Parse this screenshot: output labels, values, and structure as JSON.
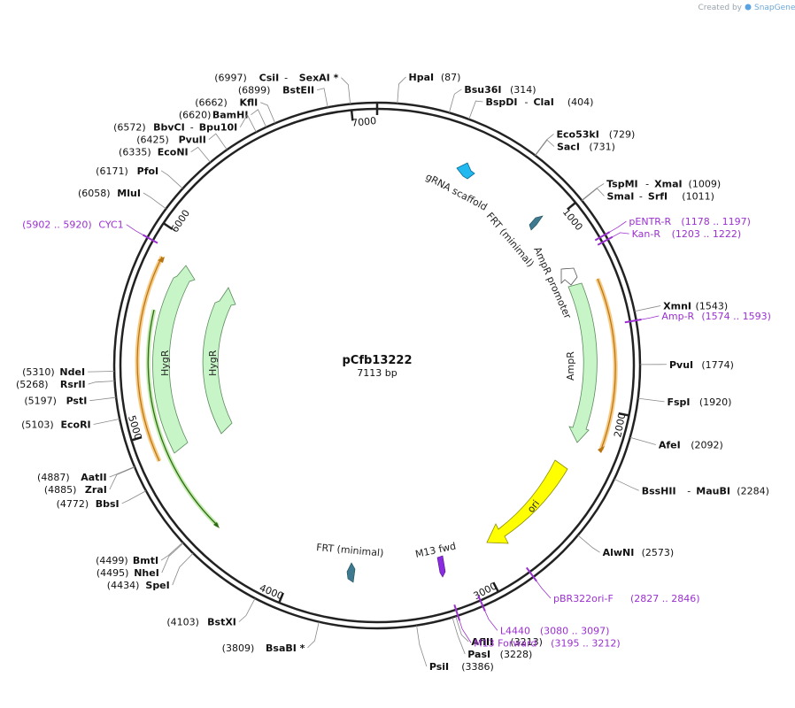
{
  "map": {
    "name": "pCfb13222",
    "length_text": "7113 bp",
    "total_bp": 7113,
    "created_by": "Created by",
    "brand": "SnapGene"
  },
  "ticks": [
    {
      "bp": 1000,
      "label": "1000"
    },
    {
      "bp": 2000,
      "label": "2000"
    },
    {
      "bp": 3000,
      "label": "3000"
    },
    {
      "bp": 4000,
      "label": "4000"
    },
    {
      "bp": 5000,
      "label": "5000"
    },
    {
      "bp": 6000,
      "label": "6000"
    },
    {
      "bp": 7000,
      "label": "7000"
    }
  ],
  "sites": [
    {
      "bp": 87,
      "name": "HpaI",
      "pos": "(87)",
      "side": "R"
    },
    {
      "bp": 314,
      "name": "Bsu36I",
      "pos": "(314)",
      "side": "R"
    },
    {
      "bp": 404,
      "name": "BspDI",
      "name2": "ClaI",
      "pos": "(404)",
      "side": "R"
    },
    {
      "bp": 729,
      "name": "Eco53kI",
      "pos": "(729)",
      "side": "R"
    },
    {
      "bp": 731,
      "name": "SacI",
      "pos": "(731)",
      "side": "R"
    },
    {
      "bp": 1009,
      "name": "TspMI",
      "name2": "XmaI",
      "pos": "(1009)",
      "side": "R"
    },
    {
      "bp": 1011,
      "name": "SmaI",
      "name2": "SrfI",
      "pos": "(1011)",
      "side": "R"
    },
    {
      "bp": 1543,
      "name": "XmnI",
      "pos": "(1543)",
      "side": "R"
    },
    {
      "bp": 1774,
      "name": "PvuI",
      "pos": "(1774)",
      "side": "R"
    },
    {
      "bp": 1920,
      "name": "FspI",
      "pos": "(1920)",
      "side": "R"
    },
    {
      "bp": 2092,
      "name": "AfeI",
      "pos": "(2092)",
      "side": "R"
    },
    {
      "bp": 2284,
      "name": "BssHII",
      "name2": "MauBI",
      "pos": "(2284)",
      "side": "R"
    },
    {
      "bp": 2573,
      "name": "AlwNI",
      "pos": "(2573)",
      "side": "R"
    },
    {
      "bp": 3213,
      "name": "AflII",
      "pos": "(3213)",
      "side": "R"
    },
    {
      "bp": 3228,
      "name": "PasI",
      "pos": "(3228)",
      "side": "R"
    },
    {
      "bp": 3386,
      "name": "PsiI",
      "pos": "(3386)",
      "side": "R"
    },
    {
      "bp": 3809,
      "name": "BsaBI *",
      "pos": "(3809)",
      "side": "L"
    },
    {
      "bp": 4103,
      "name": "BstXI",
      "pos": "(4103)",
      "side": "L"
    },
    {
      "bp": 4434,
      "name": "SpeI",
      "pos": "(4434)",
      "side": "L"
    },
    {
      "bp": 4495,
      "name": "NheI",
      "pos": "(4495)",
      "side": "L"
    },
    {
      "bp": 4499,
      "name": "BmtI",
      "pos": "(4499)",
      "side": "L"
    },
    {
      "bp": 4772,
      "name": "BbsI",
      "pos": "(4772)",
      "side": "L"
    },
    {
      "bp": 4885,
      "name": "ZraI",
      "pos": "(4885)",
      "side": "L"
    },
    {
      "bp": 4887,
      "name": "AatII",
      "pos": "(4887)",
      "side": "L"
    },
    {
      "bp": 5103,
      "name": "EcoRI",
      "pos": "(5103)",
      "side": "L"
    },
    {
      "bp": 5197,
      "name": "PstI",
      "pos": "(5197)",
      "side": "L"
    },
    {
      "bp": 5268,
      "name": "RsrII",
      "pos": "(5268)",
      "side": "L"
    },
    {
      "bp": 5310,
      "name": "NdeI",
      "pos": "(5310)",
      "side": "L"
    },
    {
      "bp": 6058,
      "name": "MluI",
      "pos": "(6058)",
      "side": "L"
    },
    {
      "bp": 6171,
      "name": "PfoI",
      "pos": "(6171)",
      "side": "L"
    },
    {
      "bp": 6335,
      "name": "EcoNI",
      "pos": "(6335)",
      "side": "L"
    },
    {
      "bp": 6425,
      "name": "PvuII",
      "pos": "(6425)",
      "side": "L"
    },
    {
      "bp": 6572,
      "name": "BbvCI",
      "name2": "Bpu10I",
      "pos": "(6572)",
      "side": "L"
    },
    {
      "bp": 6620,
      "name": "BamHI",
      "pos": "(6620)",
      "side": "L"
    },
    {
      "bp": 6662,
      "name": "KflI",
      "pos": "(6662)",
      "side": "L"
    },
    {
      "bp": 6899,
      "name": "BstEII",
      "pos": "(6899)",
      "side": "L"
    },
    {
      "bp": 6997,
      "name": "CsiI",
      "name2": "SexAI *",
      "pos": "(6997)",
      "side": "L"
    }
  ],
  "primers": [
    {
      "bp": 1188,
      "name": "pENTR-R",
      "pos": "(1178 .. 1197)",
      "side": "R"
    },
    {
      "bp": 1212,
      "name": "Kan-R",
      "pos": "(1203 .. 1222)",
      "side": "R"
    },
    {
      "bp": 1583,
      "name": "Amp-R",
      "pos": "(1574 .. 1593)",
      "side": "R"
    },
    {
      "bp": 2836,
      "name": "pBR322ori-F",
      "pos": "(2827 .. 2846)",
      "side": "R"
    },
    {
      "bp": 3088,
      "name": "L4440",
      "pos": "(3080 .. 3097)",
      "side": "R"
    },
    {
      "bp": 3203,
      "name": "M13 Forward",
      "pos": "(3195 .. 3212)",
      "side": "R"
    },
    {
      "bp": 5911,
      "name": "CYC1",
      "pos": "(5902 .. 5920)",
      "side": "L"
    }
  ],
  "features": [
    {
      "name": "gRNA scaffold",
      "color": "#22b8f0"
    },
    {
      "name": "FRT (minimal)",
      "color": "#3d7a8f"
    },
    {
      "name": "AmpR promoter",
      "color": "#ffffff"
    },
    {
      "name": "AmpR",
      "color": "#c8f5c8"
    },
    {
      "name": "ori",
      "color": "#ffff00"
    },
    {
      "name": "M13 fwd",
      "color": "#8a2be2"
    },
    {
      "name": "FRT (minimal)",
      "color": "#3d7a8f"
    },
    {
      "name": "HygR",
      "color": "#c8f5c8"
    },
    {
      "name": "HygR",
      "color": "#c8f5c8"
    }
  ],
  "colors": {
    "backbone": "#222222",
    "primer": "#9b30d0",
    "orf": "#f0a020",
    "orf_green": "#3a8a20"
  }
}
